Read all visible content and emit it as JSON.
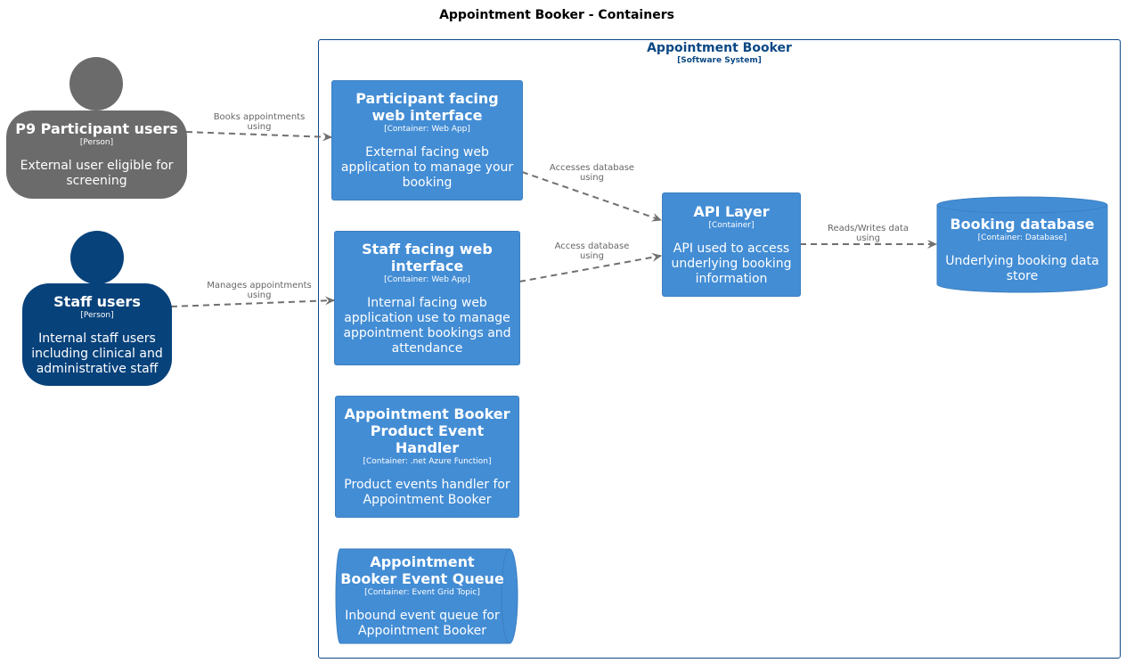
{
  "title": "Appointment Booker - Containers",
  "boundary": {
    "name": "Appointment Booker",
    "type": "[Software System]"
  },
  "persons": {
    "participant": {
      "name": "P9 Participant users",
      "type": "[Person]",
      "desc": "External user eligible for screening",
      "color": "#6b6b6b"
    },
    "staff": {
      "name": "Staff users",
      "type": "[Person]",
      "desc": "Internal staff users including clinical and administrative staff",
      "color": "#08427b"
    }
  },
  "containers": {
    "participant_web": {
      "name": "Participant facing web interface",
      "type": "[Container: Web App]",
      "desc": "External facing web application to manage your booking"
    },
    "staff_web": {
      "name": "Staff facing web interface",
      "type": "[Container: Web App]",
      "desc": "Internal facing web application use to manage appointment bookings and attendance"
    },
    "api": {
      "name": "API Layer",
      "type": "[Container]",
      "desc": "API used to access underlying booking information"
    },
    "database": {
      "name": "Booking database",
      "type": "[Container: Database]",
      "desc": "Underlying booking data store"
    },
    "event_handler": {
      "name": "Appointment Booker Product Event Handler",
      "type": "[Container: .net Azure Function]",
      "desc": "Product events handler for Appointment Booker"
    },
    "event_queue": {
      "name": "Appointment Booker Event Queue",
      "type": "[Container: Event Grid Topic]",
      "desc": "Inbound event queue for Appointment Booker"
    }
  },
  "relations": {
    "books": "Books appointments using",
    "manages": "Manages appointments using",
    "accesses": "Accesses database using",
    "access": "Access database using",
    "reads_writes": "Reads/Writes data using"
  },
  "colors": {
    "container": "#438dd5",
    "boundary": "#0b4884",
    "arrow": "#707070"
  }
}
